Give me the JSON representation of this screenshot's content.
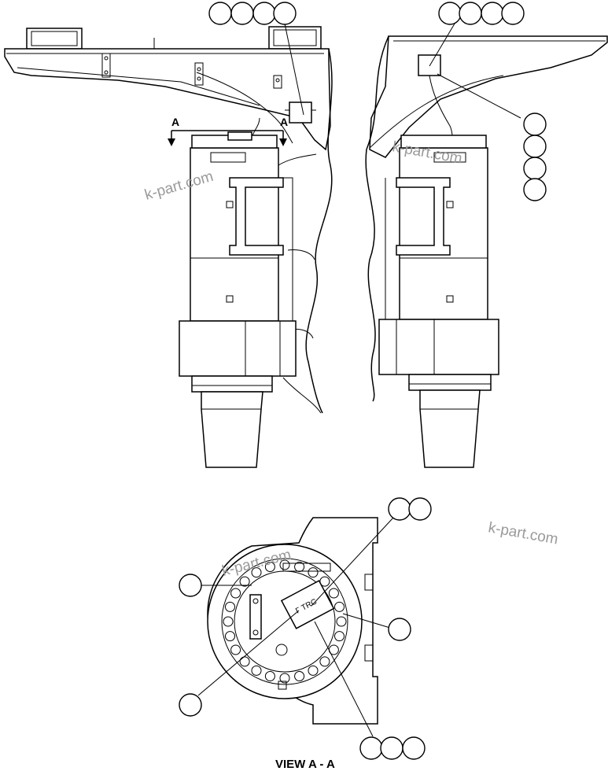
{
  "view_caption": "VIEW A - A",
  "section_marker_left": "A",
  "section_marker_right": "A",
  "watermark": "k-part.com",
  "plate_text": "Γ TRC",
  "colors": {
    "line": "#000000",
    "watermark": "#9a9a9a",
    "background": "#ffffff"
  }
}
